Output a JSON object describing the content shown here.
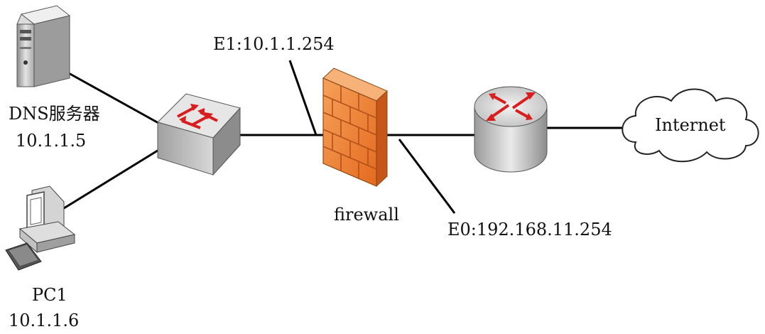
{
  "nodes": {
    "dns_server": {
      "name": "DNS服务器",
      "ip": "10.1.1.5"
    },
    "pc": {
      "name": "PC1",
      "ip": "10.1.1.6"
    },
    "firewall": {
      "name": "firewall"
    },
    "cloud": {
      "name": "Internet"
    }
  },
  "interfaces": {
    "e1": "E1:10.1.1.254",
    "e0": "E0:192.168.11.254"
  },
  "colors": {
    "line": "#000000",
    "firewall_orange": "#f07a2a",
    "router_arrow": "#d81e1e",
    "switch_arrow": "#d81e1e",
    "device_gray": "#c9c9c9"
  }
}
